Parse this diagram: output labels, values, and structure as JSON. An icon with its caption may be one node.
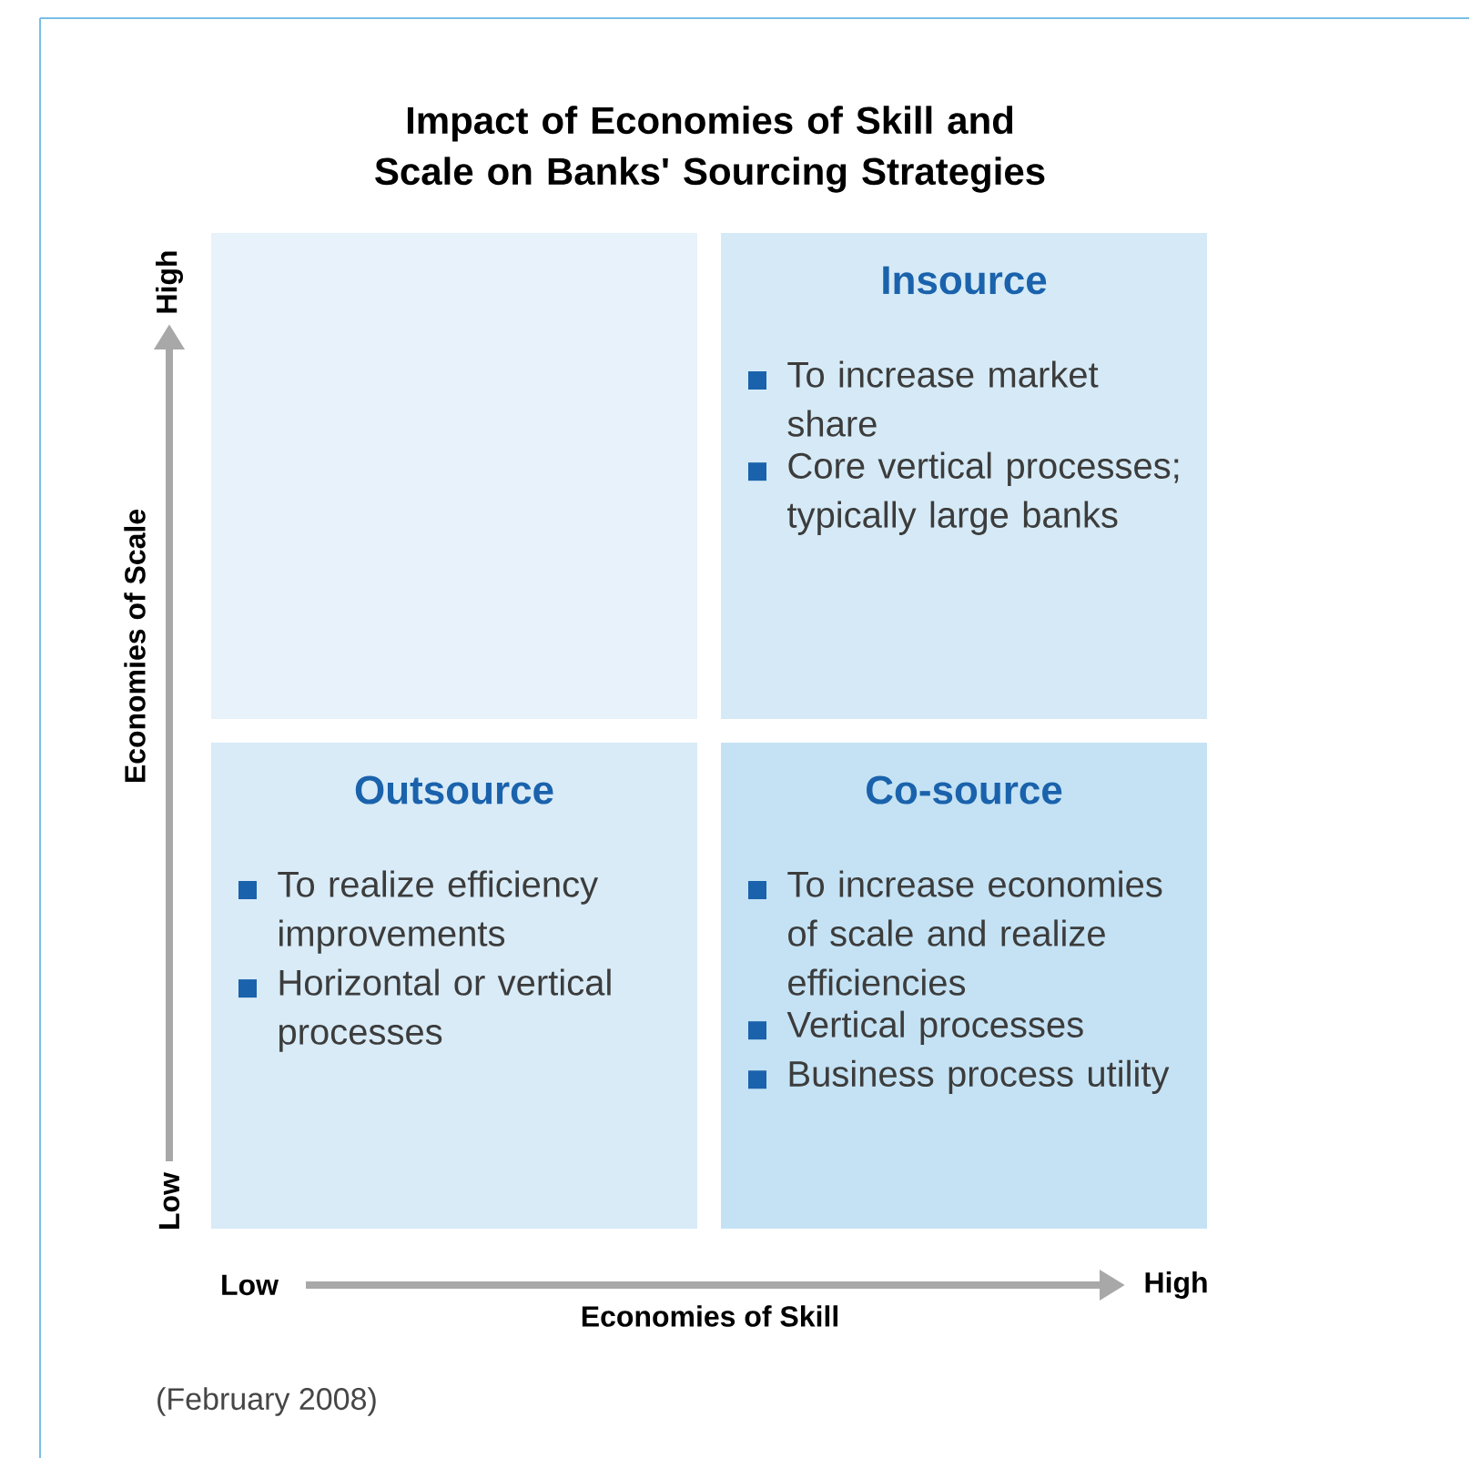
{
  "diagram": {
    "title": "Impact of Economies of Skill and Scale on Banks' Sourcing Strategies",
    "nodes": [
      {
        "text": [],
        "shape": "box"
      },
      {
        "text": [
          "Insource",
          "To increase market share",
          "Core vertical processes; typically large banks"
        ]
      },
      {
        "text": [
          "Outsource",
          "To realize efficiency improvements",
          "Horizontal or vertical processes"
        ]
      },
      {
        "text": [
          "Co-source",
          "To increase economies of scale and realize efficiencies",
          "Vertical processes",
          "Business process utility"
        ]
      }
    ],
    "edges": [],
    "labels": [
      "High",
      "Economies of Scale",
      "Low",
      "Low",
      "High",
      "Economies of Skill",
      "(February 2008)"
    ]
  }
}
